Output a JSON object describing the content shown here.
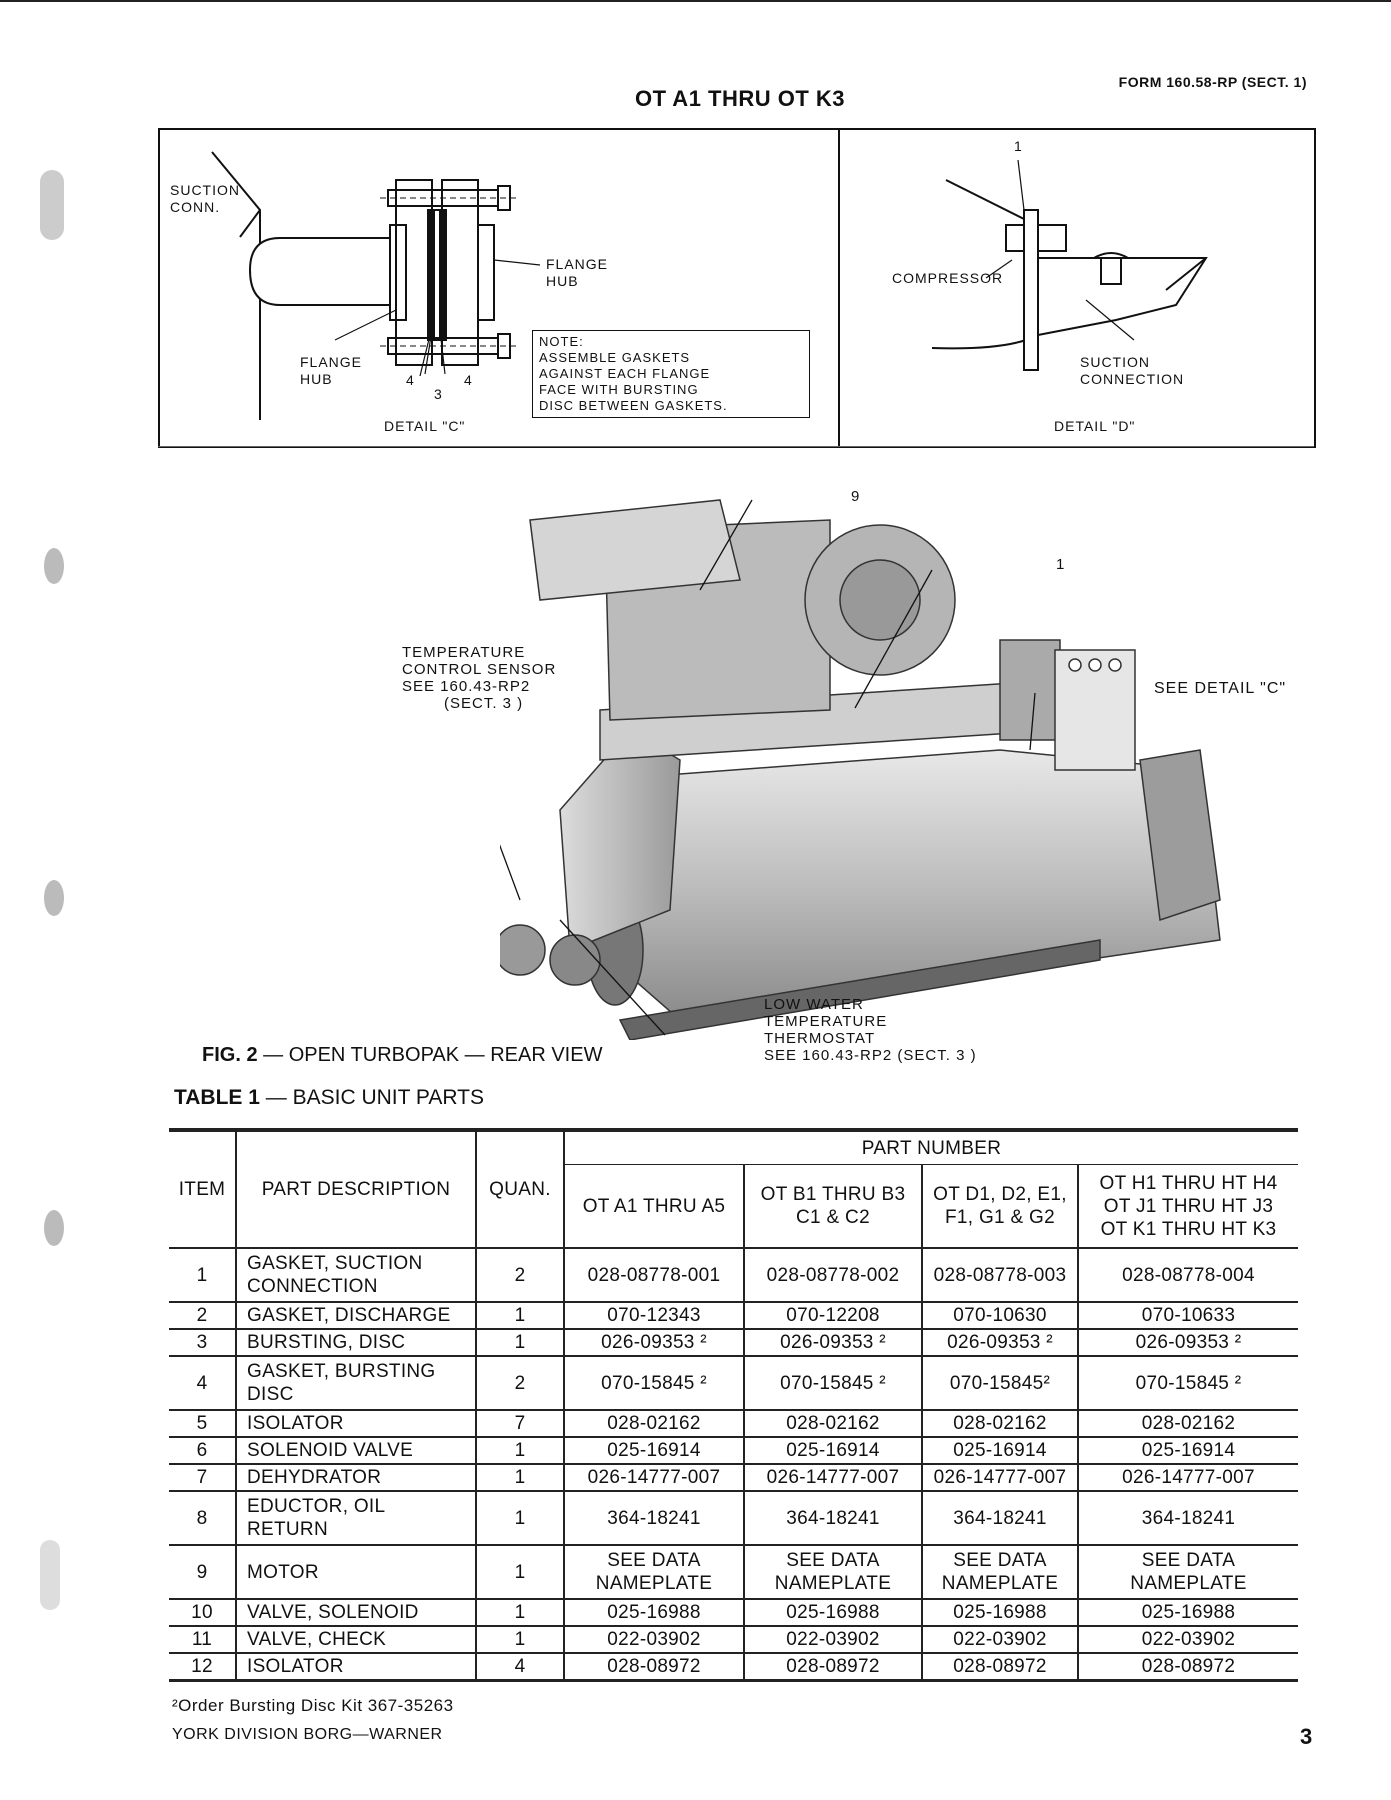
{
  "header": {
    "title": "OT A1 THRU OT K3",
    "form": "FORM 160.58-RP (SECT. 1)"
  },
  "detail_c": {
    "suction_conn": [
      "SUCTION",
      "CONN."
    ],
    "flange_hub_right": [
      "FLANGE",
      "HUB"
    ],
    "flange_hub_left": [
      "FLANGE",
      "HUB"
    ],
    "callouts": [
      "4",
      "4",
      "3"
    ],
    "note": [
      "NOTE:",
      "ASSEMBLE GASKETS",
      "AGAINST EACH FLANGE",
      "FACE WITH BURSTING",
      "DISC BETWEEN GASKETS."
    ],
    "caption": "DETAIL \"C\""
  },
  "detail_d": {
    "callout": "1",
    "compressor": "COMPRESSOR",
    "suction_connection": [
      "SUCTION",
      "CONNECTION"
    ],
    "caption": "DETAIL \"D\""
  },
  "photo": {
    "callout_9": "9",
    "callout_1": "1",
    "temp_sensor": [
      "TEMPERATURE",
      "CONTROL SENSOR",
      "SEE 160.43-RP2",
      "(SECT. 3 )"
    ],
    "see_detail": "SEE DETAIL \"C\"",
    "low_water": [
      "LOW WATER",
      "TEMPERATURE",
      "THERMOSTAT",
      "SEE 160.43-RP2 (SECT. 3 )"
    ]
  },
  "figure": {
    "label": "FIG. 2",
    "text": " — OPEN TURBOPAK — REAR VIEW"
  },
  "table_title": {
    "label": "TABLE 1",
    "text": " — BASIC UNIT PARTS"
  },
  "table": {
    "headers": {
      "item": "ITEM",
      "desc": "PART DESCRIPTION",
      "quan": "QUAN.",
      "part_number": "PART NUMBER",
      "cols": [
        [
          "OT A1 THRU A5"
        ],
        [
          "OT B1 THRU B3",
          "C1 & C2"
        ],
        [
          "OT D1, D2, E1,",
          "F1, G1 & G2"
        ],
        [
          "OT H1 THRU HT H4",
          "OT J1  THRU HT J3",
          "OT K1 THRU HT K3"
        ]
      ]
    },
    "rows": [
      {
        "item": "1",
        "desc": [
          "GASKET, SUCTION",
          "CONNECTION"
        ],
        "quan": "2",
        "pn": [
          "028-08778-001",
          "028-08778-002",
          "028-08778-003",
          "028-08778-004"
        ]
      },
      {
        "item": "2",
        "desc": [
          "GASKET, DISCHARGE"
        ],
        "quan": "1",
        "pn": [
          "070-12343",
          "070-12208",
          "070-10630",
          "070-10633"
        ]
      },
      {
        "item": "3",
        "desc": [
          "BURSTING, DISC"
        ],
        "quan": "1",
        "pn": [
          "026-09353 ²",
          "026-09353 ²",
          "026-09353 ²",
          "026-09353 ²"
        ]
      },
      {
        "item": "4",
        "desc": [
          "GASKET, BURSTING",
          "DISC"
        ],
        "quan": "2",
        "pn": [
          "070-15845 ²",
          "070-15845 ²",
          "070-15845²",
          "070-15845 ²"
        ]
      },
      {
        "item": "5",
        "desc": [
          "ISOLATOR"
        ],
        "quan": "7",
        "pn": [
          "028-02162",
          "028-02162",
          "028-02162",
          "028-02162"
        ]
      },
      {
        "item": "6",
        "desc": [
          "SOLENOID VALVE"
        ],
        "quan": "1",
        "pn": [
          "025-16914",
          "025-16914",
          "025-16914",
          "025-16914"
        ]
      },
      {
        "item": "7",
        "desc": [
          "DEHYDRATOR"
        ],
        "quan": "1",
        "pn": [
          "026-14777-007",
          "026-14777-007",
          "026-14777-007",
          "026-14777-007"
        ]
      },
      {
        "item": "8",
        "desc": [
          "EDUCTOR, OIL",
          "RETURN"
        ],
        "quan": "1",
        "pn": [
          "364-18241",
          "364-18241",
          "364-18241",
          "364-18241"
        ]
      },
      {
        "item": "9",
        "desc": [
          "MOTOR"
        ],
        "quan": "1",
        "pn": [
          "SEE DATA\nNAMEPLATE",
          "SEE DATA\nNAMEPLATE",
          "SEE DATA\nNAMEPLATE",
          "SEE DATA\nNAMEPLATE"
        ]
      },
      {
        "item": "10",
        "desc": [
          "VALVE, SOLENOID"
        ],
        "quan": "1",
        "pn": [
          "025-16988",
          "025-16988",
          "025-16988",
          "025-16988"
        ]
      },
      {
        "item": "11",
        "desc": [
          "VALVE, CHECK"
        ],
        "quan": "1",
        "pn": [
          "022-03902",
          "022-03902",
          "022-03902",
          "022-03902"
        ]
      },
      {
        "item": "12",
        "desc": [
          "ISOLATOR"
        ],
        "quan": "4",
        "pn": [
          "028-08972",
          "028-08972",
          "028-08972",
          "028-08972"
        ]
      }
    ]
  },
  "footnote": "²Order Bursting Disc Kit 367-35263",
  "footer": {
    "company": "YORK DIVISION  BORG—WARNER",
    "page": "3"
  }
}
